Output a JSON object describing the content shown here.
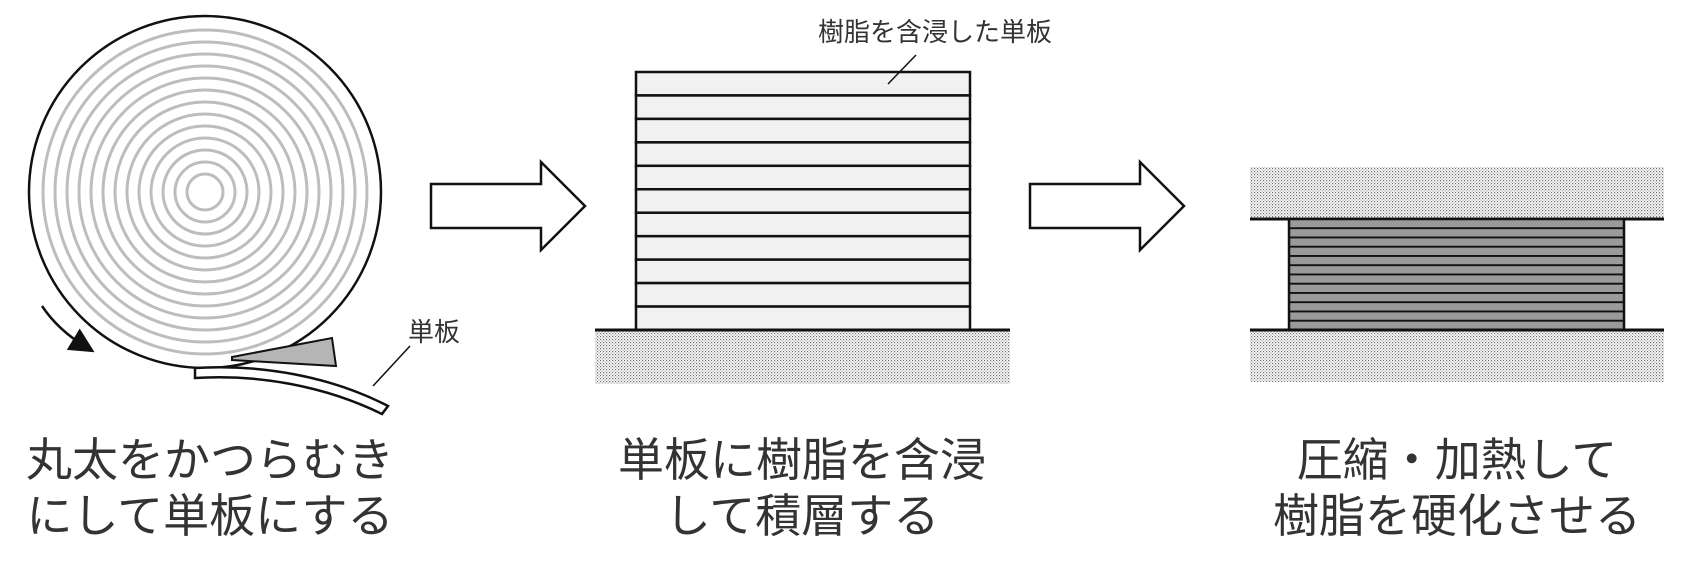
{
  "labels": {
    "veneer": "単板",
    "impregnated_veneer": "樹脂を含浸した単板"
  },
  "steps": [
    {
      "line1": "丸太をかつらむき",
      "line2": "にして単板にする"
    },
    {
      "line1": "単板に樹脂を含浸",
      "line2": "して積層する"
    },
    {
      "line1": "圧縮・加熱して",
      "line2": "樹脂を硬化させる"
    }
  ],
  "colors": {
    "ring": "#bdbdbd",
    "veneer_fill": "#f1f1f1",
    "compressed_fill": "#9a9a9a",
    "knife_fill": "#b5b5b5",
    "ground_dots": "#6e6e6e",
    "stroke": "#111111"
  }
}
